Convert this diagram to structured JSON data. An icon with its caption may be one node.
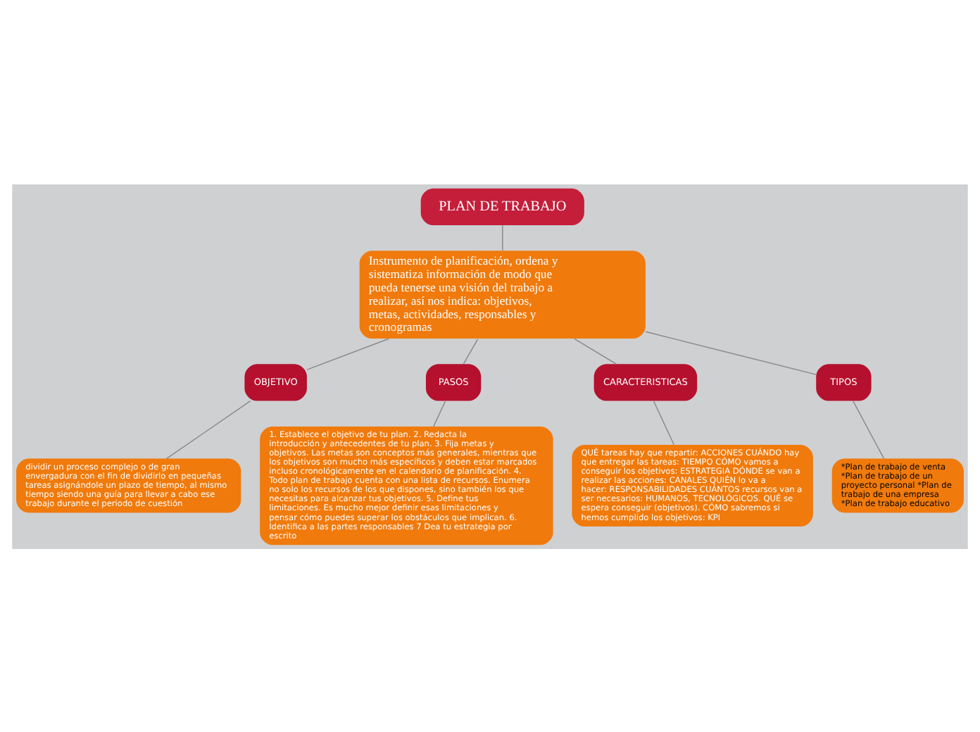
{
  "diagram": {
    "nodes": [
      {
        "text": [
          "PLAN DE TRABAJO"
        ]
      },
      {
        "text": [
          "Instrumento de planificación, ordena y sistematiza información de modo que pueda tenerse una visión del trabajo a realizar, así nos indica: objetivos, metas, actividades, responsables y cronogramas"
        ]
      },
      {
        "text": [
          "OBJETIVO"
        ]
      },
      {
        "text": [
          "PASOS"
        ]
      },
      {
        "text": [
          "CARACTERISTICAS"
        ]
      },
      {
        "text": [
          "TIPOS"
        ]
      },
      {
        "text": [
          "dividir un proceso complejo o de gran envergadura con el fin de dividirlo en pequeñas tareas asignándole un plazo de tiempo, al mismo tiempo siendo una guía para llevar a cabo ese trabajo durante el periodo de cuestión"
        ]
      },
      {
        "text": [
          "1. Establece el objetivo de tu plan. 2. Redacta la introducción y antecedentes de tu plan. 3. Fija metas y objetivos. Las metas son conceptos más generales, mientras que los objetivos son mucho más específicos y deben estar marcados incluso cronológicamente en el calendario de planificación. 4. Todo plan de trabajo cuenta con una lista de recursos. Enumera no solo los recursos de los que dispones, sino también los que necesitas para alcanzar tus objetivos. 5. Define tus limitaciones. Es mucho mejor definir esas limitaciones y pensar cómo puedes superar los obstáculos que implican. 6. Identifica a las partes responsables 7 Dea tu estrategia por escrito"
        ]
      },
      {
        "text": [
          "QUÉ tareas hay que repartir: ACCIONES CUÁNDO hay que entregar las tareas: TIEMPO CÓMO vamos a conseguir los objetivos: ESTRATEGIA DÓNDE se van a realizar las acciones: CANALES QUIÉN lo va a hacer: RESPONSABILIDADES CUÁNTOS recursos van a ser necesarios: HUMANOS, TECNOLÓGICOS. QUÉ se espera conseguir (objetivos). CÓMO sabremos si hemos cumplido los objetivos: KPI"
        ]
      },
      {
        "text": [
          "*Plan de trabajo de venta *Plan de trabajo de un proyecto personal *Plan de trabajo de una empresa *Plan de trabajo educativo"
        ]
      }
    ],
    "edges": [
      {
        "from": 0,
        "to": 1,
        "arrow": "none"
      },
      {
        "from": 1,
        "to": 2,
        "arrow": "none"
      },
      {
        "from": 1,
        "to": 3,
        "arrow": "none"
      },
      {
        "from": 1,
        "to": 4,
        "arrow": "none"
      },
      {
        "from": 1,
        "to": 5,
        "arrow": "none"
      },
      {
        "from": 2,
        "to": 6,
        "arrow": "none"
      },
      {
        "from": 3,
        "to": 7,
        "arrow": "none"
      },
      {
        "from": 4,
        "to": 8,
        "arrow": "none"
      },
      {
        "from": 5,
        "to": 9,
        "arrow": "none"
      }
    ]
  }
}
